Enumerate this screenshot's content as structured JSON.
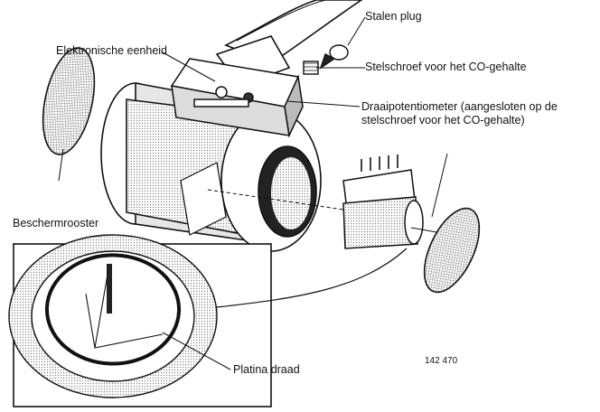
{
  "labels": {
    "stalen_plug": "Stalen plug",
    "elektronische_eenheid": "Elektronische eenheid",
    "stelschroef": "Stelschroef voor het CO-gehalte",
    "draaipot_line1": "Draaipotentiometer (aangesloten op de",
    "draaipot_line2": "stelschroef voor het CO-gehalte)",
    "beschermrooster": "Beschermrooster",
    "platina_draad": "Platina draad",
    "figure_number": "142 470"
  },
  "colors": {
    "ink": "#111111",
    "paper": "#ffffff",
    "shade": "#cfcfcf",
    "hatch": "#9a9a9a"
  }
}
